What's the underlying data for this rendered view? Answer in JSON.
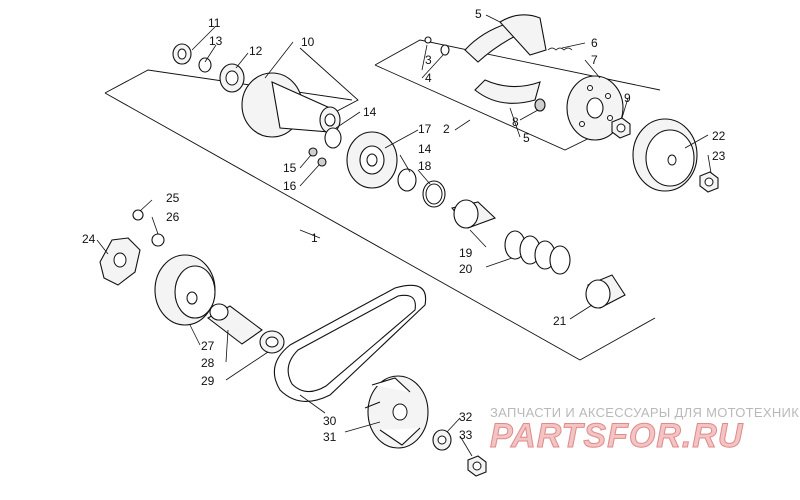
{
  "labels": {
    "l1": "1",
    "l2": "2",
    "l3": "3",
    "l4": "4",
    "l5a": "5",
    "l5b": "5",
    "l6": "6",
    "l7": "7",
    "l8": "8",
    "l9": "9",
    "l10": "10",
    "l11": "11",
    "l12": "12",
    "l13": "13",
    "l14a": "14",
    "l14b": "14",
    "l15": "15",
    "l16": "16",
    "l17": "17",
    "l18": "18",
    "l19": "19",
    "l20": "20",
    "l21": "21",
    "l22": "22",
    "l23": "23",
    "l24": "24",
    "l25": "25",
    "l26": "26",
    "l27": "27",
    "l28": "28",
    "l29": "29",
    "l30": "30",
    "l31": "31",
    "l32": "32",
    "l33": "33"
  },
  "watermark": {
    "tagline": "ЗАПЧАСТИ И АКСЕССУАРЫ ДЛЯ МОТОТЕХНИКИ",
    "logo": "PARTSFOR.RU"
  }
}
